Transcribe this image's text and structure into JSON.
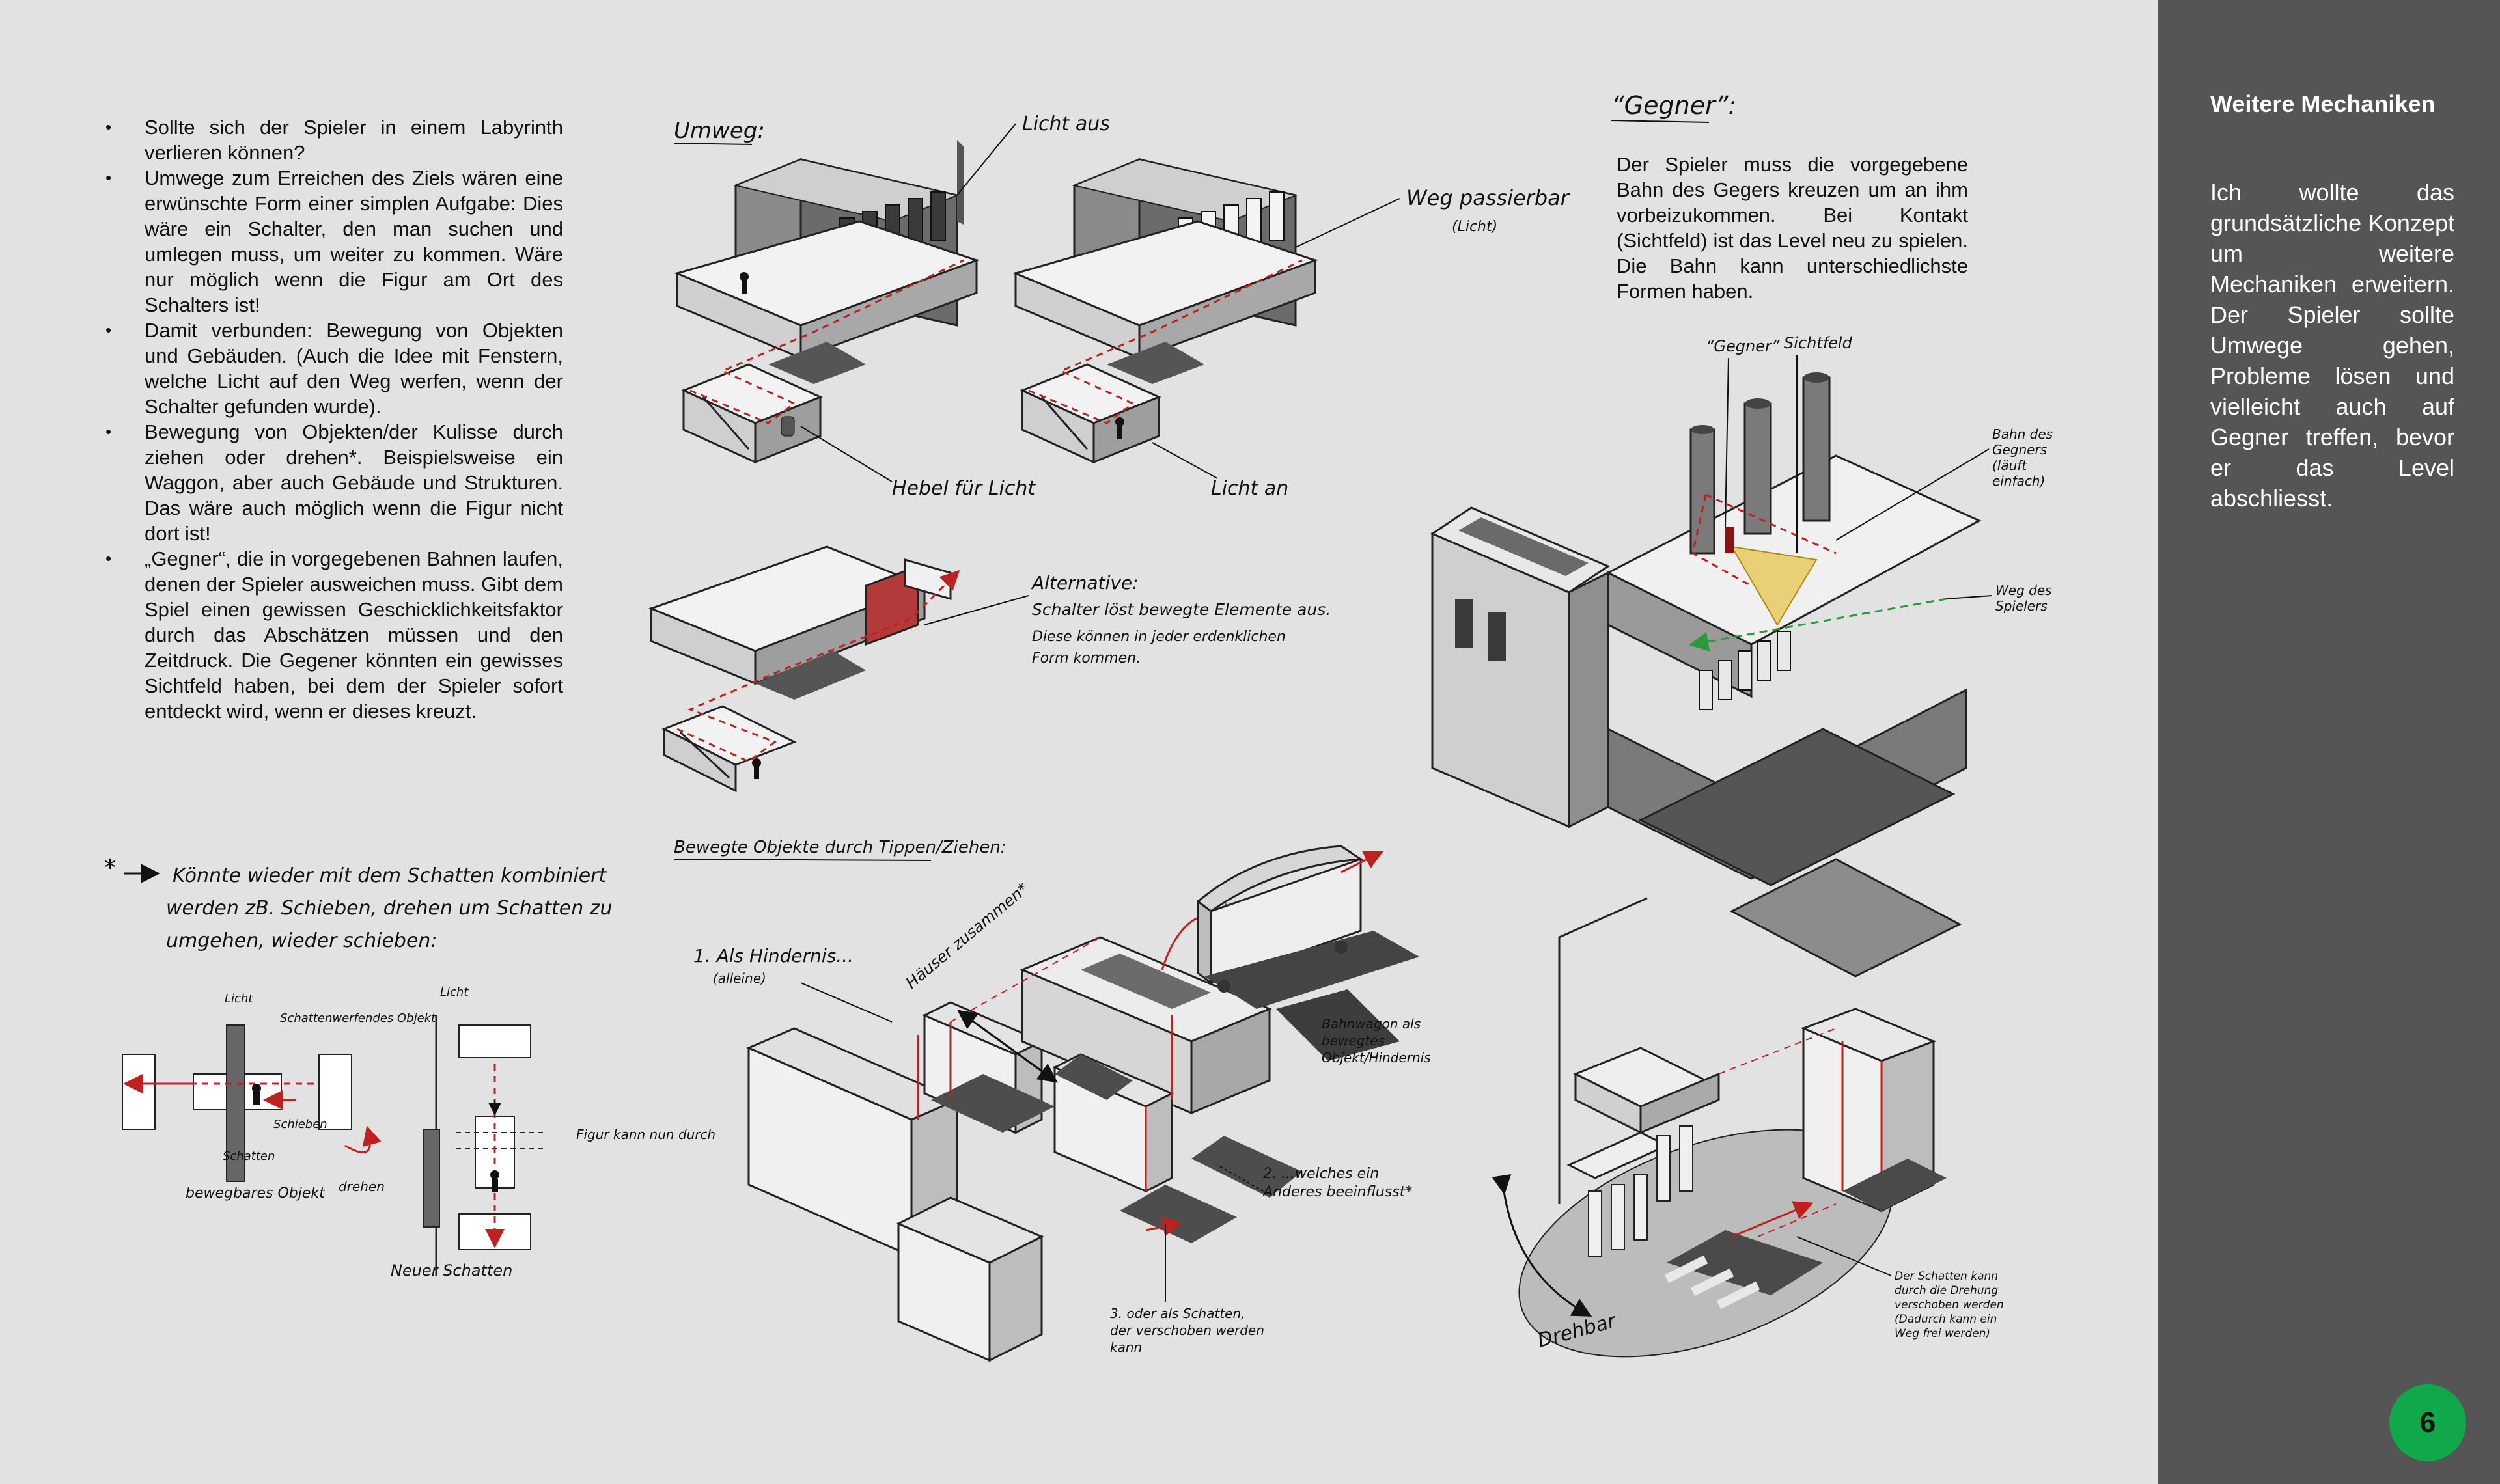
{
  "bullets": [
    "Sollte sich der Spieler in einem Labyrinth verlieren können?",
    "Umwege zum Erreichen des Ziels wären eine erwünschte Form einer simplen Aufgabe: Dies wäre ein Schalter, den man suchen und umlegen muss, um weiter zu kommen. Wäre nur möglich wenn die Figur am Ort des Schalters ist!",
    "Damit verbunden: Bewegung von Objekten und Gebäuden. (Auch die Idee mit Fenstern, welche Licht auf den Weg werfen, wenn der Schalter gefunden wurde).",
    "Bewegung von Objekten/der Kulisse durch ziehen oder drehen*. Beispielsweise ein Waggon, aber auch Gebäude und Strukturen. Das wäre auch möglich wenn die Figur nicht dort ist!",
    "„Gegner“, die in vorgegebenen Bahnen laufen, denen der Spieler ausweichen muss. Gibt dem Spiel einen gewissen Geschicklichkeitsfaktor durch das Abschätzen müssen und den Zeitdruck. Die Gegener könnten ein gewisses Sichtfeld haben, bei dem der Spieler sofort entdeckt wird, wenn er dieses kreuzt."
  ],
  "sidebar": {
    "title": "Weitere Mechaniken",
    "body": "Ich wollte das grundsätzliche Konzept um weitere Mechaniken erweitern. Der Spieler sollte Umwege gehen, Probleme lösen und vielleicht auch auf Gegner treffen, bevor er das Level abschliesst.",
    "page_number": "6",
    "badge_color": "#10a84a"
  },
  "gegner": {
    "heading": "“Gegner”:",
    "text": "Der Spieler muss die vorgegebene Bahn des Gegers kreuzen um an ihm vorbeizukommen. Bei Kontakt (Sichtfeld) ist das Level neu zu spielen. Die Bahn kann unterschiedlichste Formen haben.",
    "label_gegner": "“Gegner”",
    "label_sichtfeld": "Sichtfeld",
    "label_bahn": "Bahn des Gegners (läuft einfach)",
    "label_weg": "Weg des Spielers"
  },
  "umweg": {
    "heading": "Umweg:",
    "licht_aus": "Licht aus",
    "weg_passierbar": "Weg passierbar",
    "licht_note": "(Licht)",
    "hebel": "Hebel für Licht",
    "licht_an": "Licht an",
    "alternative": "Alternative:",
    "alternative_line1": "Schalter löst bewegte Elemente aus.",
    "alternative_line2": "Diese können in jeder erdenklichen",
    "alternative_line3": "Form kommen."
  },
  "schatten": {
    "note_line1": "Könnte wieder mit dem Schatten kombiniert",
    "note_line2": "werden zB. Schieben, drehen um Schatten zu",
    "note_line3": "umgehen, wieder schieben:",
    "licht": "Licht",
    "schattenwerfend": "Schattenwerfendes Objekt",
    "schieben": "Schieben",
    "schatten": "Schatten",
    "bewegbar": "bewegbares Objekt",
    "drehen": "drehen",
    "licht2": "Licht",
    "figur": "Figur kann nun durch",
    "neuer_schatten": "Neuer Schatten"
  },
  "bewegte": {
    "heading": "Bewegte Objekte durch Tippen/Ziehen:",
    "n1": "1. Als Hindernis...",
    "n1_sub": "(alleine)",
    "haeuser": "Häuser zusammen*",
    "bahnwagon": "Bahnwagon als bewegtes Objekt/Hindernis",
    "n2": "2. ...welches ein Anderes beeinflusst*",
    "n3": "3. oder als Schatten, der verschoben werden kann",
    "drehbar": "Drehbar",
    "schatten_note": "Der Schatten kann durch die Drehung verschoben werden (Dadurch kann ein Weg frei werden)"
  }
}
